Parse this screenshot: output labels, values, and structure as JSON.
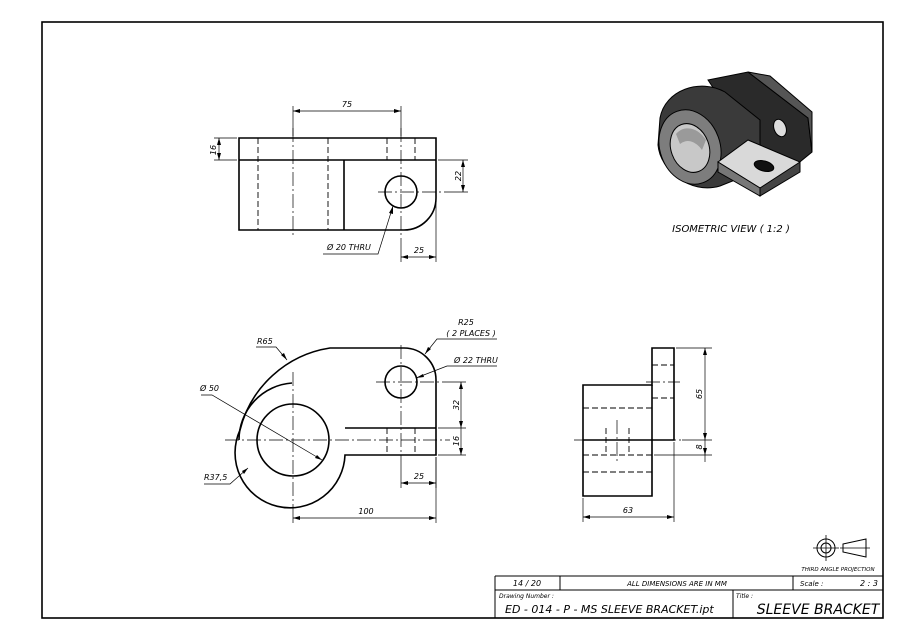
{
  "front_view": {
    "dim_75": "75",
    "dim_16": "16",
    "dim_22": "22",
    "dim_25": "25",
    "hole_callout": "Ø 20 THRU"
  },
  "top_view": {
    "r65": "R65",
    "r25": "R25",
    "r25_note": "( 2 PLACES )",
    "hole_callout": "Ø 22 THRU",
    "dia50": "Ø 50",
    "r37": "R37,5",
    "dim_32": "32",
    "dim_16": "16",
    "dim_25": "25",
    "dim_100": "100"
  },
  "side_view": {
    "dim_65": "65",
    "dim_8": "8",
    "dim_63": "63"
  },
  "isometric": {
    "label": "ISOMETRIC VIEW ( 1:2 )"
  },
  "projection": {
    "label": "THIRD ANGLE PROJECTION"
  },
  "title_block": {
    "sheet": "14  / 20",
    "units_note": "ALL DIMENSIONS ARE IN MM",
    "scale_label": "Scale :",
    "scale_value": "2 : 3",
    "drawing_number_label": "Drawing Number :",
    "drawing_number": "ED - 014 - P - MS SLEEVE BRACKET.ipt",
    "title_label": "Title :",
    "title": "SLEEVE BRACKET"
  }
}
